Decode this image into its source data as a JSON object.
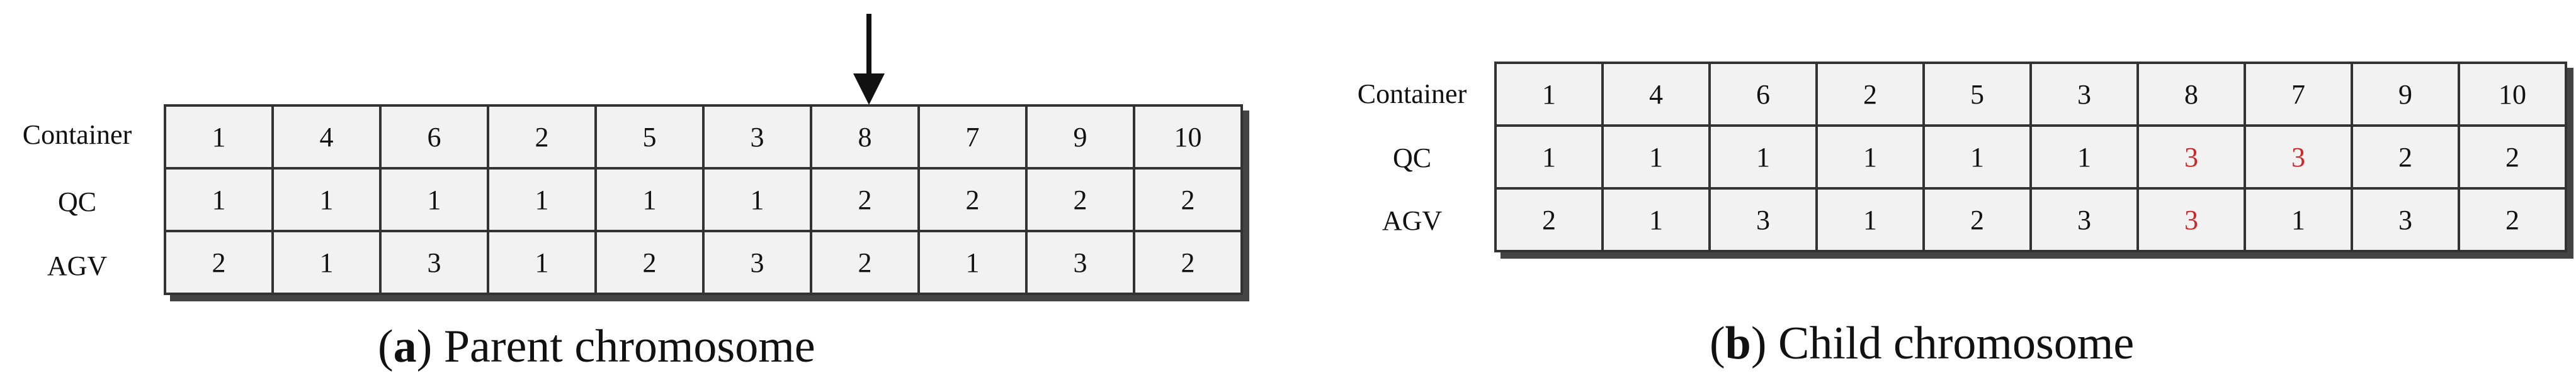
{
  "row_labels": [
    "Container",
    "QC",
    "AGV"
  ],
  "panel_a": {
    "letter": "a",
    "caption": "Parent chromosome",
    "rows": [
      [
        "1",
        "4",
        "6",
        "2",
        "5",
        "3",
        "8",
        "7",
        "9",
        "10"
      ],
      [
        "1",
        "1",
        "1",
        "1",
        "1",
        "1",
        "2",
        "2",
        "2",
        "2"
      ],
      [
        "2",
        "1",
        "3",
        "1",
        "2",
        "3",
        "2",
        "1",
        "3",
        "2"
      ]
    ],
    "arrow_column": 6
  },
  "panel_b": {
    "letter": "b",
    "caption": "Child chromosome",
    "rows": [
      [
        "1",
        "4",
        "6",
        "2",
        "5",
        "3",
        "8",
        "7",
        "9",
        "10"
      ],
      [
        "1",
        "1",
        "1",
        "1",
        "1",
        "1",
        "3",
        "3",
        "2",
        "2"
      ],
      [
        "2",
        "1",
        "3",
        "1",
        "2",
        "3",
        "3",
        "1",
        "3",
        "2"
      ]
    ],
    "highlight_cells": [
      [
        1,
        6
      ],
      [
        1,
        7
      ],
      [
        2,
        6
      ]
    ],
    "highlight_color": "#cc2a2a"
  }
}
